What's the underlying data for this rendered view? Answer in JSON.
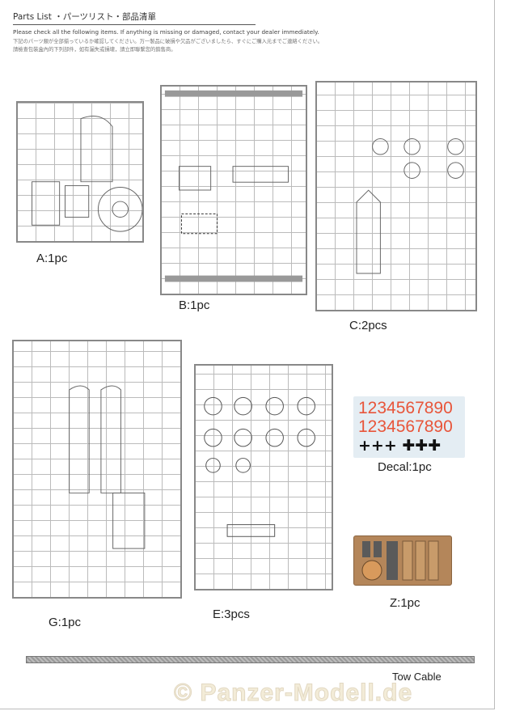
{
  "header": {
    "title": "Parts List ・パーツリスト・部品清單",
    "instruction_en": "Please check all the following items. If anything is missing or damaged, contact your dealer immediately.",
    "instruction_jp": "下記のパーツ類が全部揃っているか確認してください。万一製品に破損や欠品がございましたら、すぐにご購入元までご連絡ください。",
    "instruction_zh": "請檢查包裝盒內的下列部件，如有漏失或損壞，請立即聯繫您的銷售商。"
  },
  "parts": [
    {
      "id": "A",
      "label": "A:1pc"
    },
    {
      "id": "B",
      "label": "B:1pc"
    },
    {
      "id": "C",
      "label": "C:2pcs"
    },
    {
      "id": "G",
      "label": "G:1pc"
    },
    {
      "id": "E",
      "label": "E:3pcs"
    },
    {
      "id": "Decal",
      "label": "Decal:1pc"
    },
    {
      "id": "Z",
      "label": "Z:1pc"
    }
  ],
  "decal": {
    "row1": "1234567890",
    "row2": "1234567890",
    "crosses": "+++ ✚✚✚",
    "color": "#e8553a"
  },
  "tow_cable": {
    "label": "Tow Cable"
  },
  "watermark": "© Panzer-Modell.de"
}
